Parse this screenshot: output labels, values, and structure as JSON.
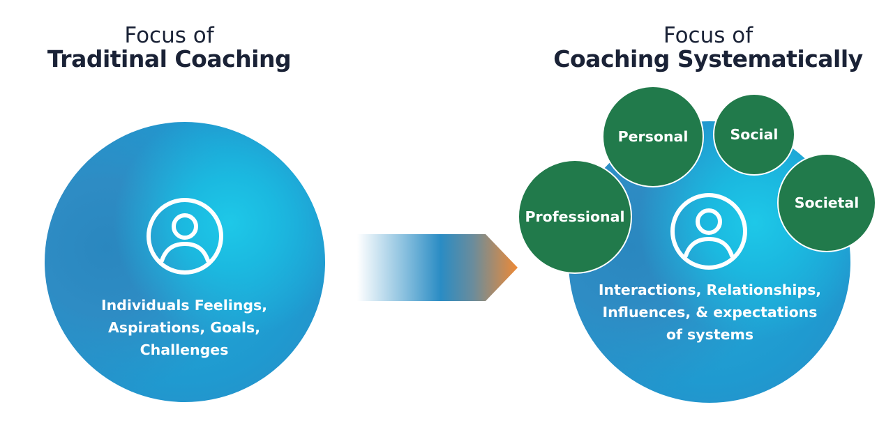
{
  "left": {
    "heading_line1": "Focus of",
    "heading_line2": "Traditinal Coaching",
    "circle_text": [
      "Individuals Feelings,",
      "Aspirations, Goals,",
      "Challenges"
    ],
    "icon": "person-icon"
  },
  "right": {
    "heading_line1": "Focus of",
    "heading_line2": "Coaching Systematically",
    "circle_text": [
      "Interactions, Relationships,",
      "Influences, & expectations",
      "of systems"
    ],
    "icon": "person-icon",
    "bubbles": {
      "personal": "Personal",
      "social": "Social",
      "societal": "Societal",
      "professional": "Professional"
    }
  },
  "colors": {
    "heading": "#1a2236",
    "circle_blue": "#1fa6d8",
    "bubble_green": "#217a4b",
    "arrow_end": "#e8883a"
  }
}
